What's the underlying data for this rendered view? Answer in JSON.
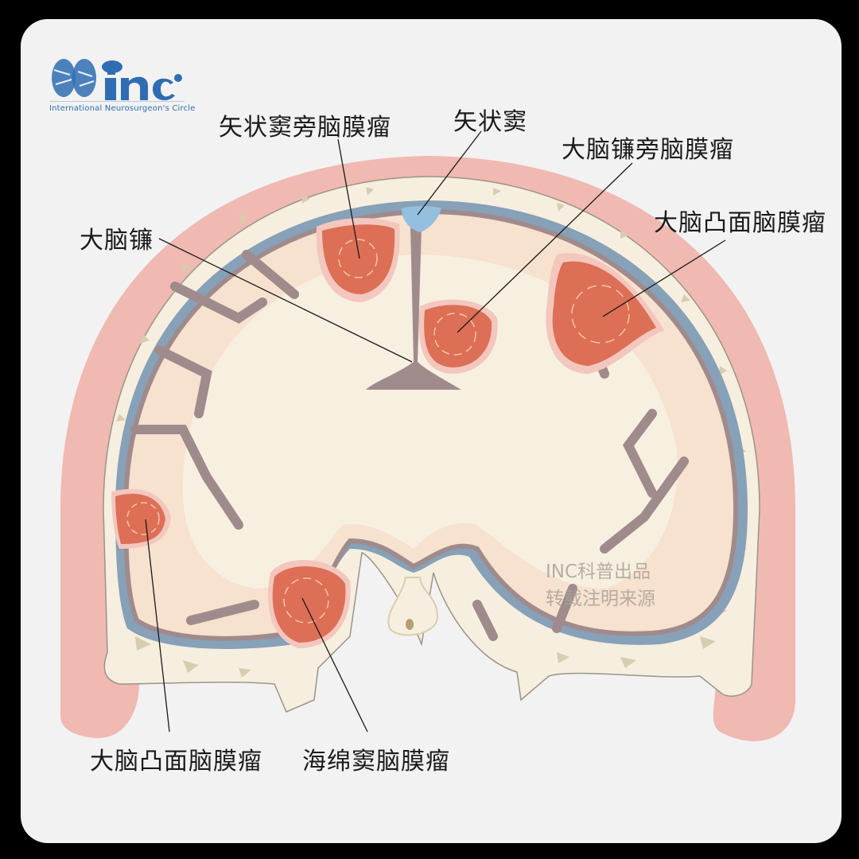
{
  "logo": {
    "mark": "inc",
    "subtitle": "International  Neurosurgeon's  Circle",
    "icon": "brain-icon",
    "color": "#2f6db3"
  },
  "labels": {
    "parasagittal_meningioma": "矢状窦旁脑膜瘤",
    "sagittal_sinus": "矢状窦",
    "falx_meningioma": "大脑镰旁脑膜瘤",
    "convexity_meningioma_right": "大脑凸面脑膜瘤",
    "falx_cerebri": "大脑镰",
    "convexity_meningioma_left": "大脑凸面脑膜瘤",
    "cavernous_sinus_meningioma": "海绵窦脑膜瘤"
  },
  "watermark": {
    "line1": "INC科普出品",
    "line2": "转载注明来源"
  },
  "colors": {
    "background": "#f2f2f2",
    "scalp": "#f0b9b2",
    "skull": "#f6efdf",
    "skull_speckle": "#d9cdb0",
    "dura": "#86a1b8",
    "sulci": "#a08b8c",
    "gray_matter": "#f7e1cf",
    "white_matter": "#f7f0e1",
    "tumor": "#dd6f57",
    "tumor_rim": "#f3c7bd",
    "sinus": "#94bfde"
  }
}
